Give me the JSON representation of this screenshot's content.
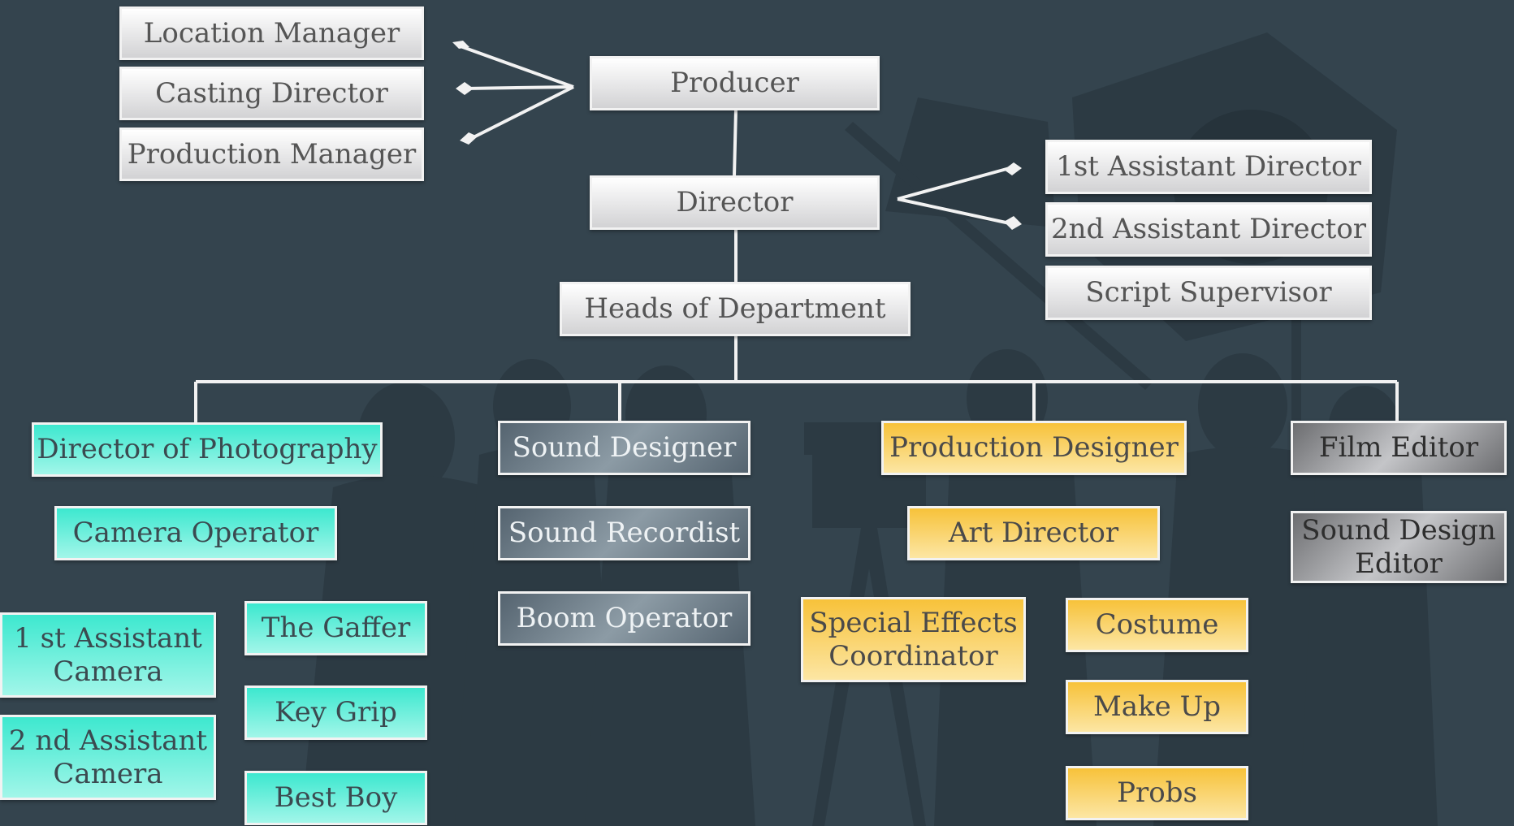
{
  "top_left": [
    "Location Manager",
    "Casting Director",
    "Production Manager"
  ],
  "producer": "Producer",
  "director": "Director",
  "assistants": [
    "1st Assistant Director",
    "2nd Assistant Director",
    "Script Supervisor"
  ],
  "heads": "Heads of Department",
  "photography": {
    "head": "Director of Photography",
    "camera_operator": "Camera Operator",
    "first_ac": "1 st Assistant Camera",
    "second_ac": "2 nd Assistant Camera",
    "gaffer": "The Gaffer",
    "key_grip": "Key Grip",
    "best_boy": "Best Boy"
  },
  "sound": [
    "Sound Designer",
    "Sound Recordist",
    "Boom Operator"
  ],
  "design": {
    "head": "Production Designer",
    "art_director": "Art Director",
    "sfx": "Special Effects Coordinator",
    "costume": "Costume",
    "makeup": "Make Up",
    "probs": "Probs"
  },
  "editing": [
    "Film Editor",
    "Sound Design Editor"
  ],
  "colors": {
    "background": "#34444e",
    "photography": "#3de8cf",
    "sound": "#6b7a85",
    "design": "#f7c23a",
    "editing": "#8e8f92",
    "connector": "#f2f2f2"
  }
}
